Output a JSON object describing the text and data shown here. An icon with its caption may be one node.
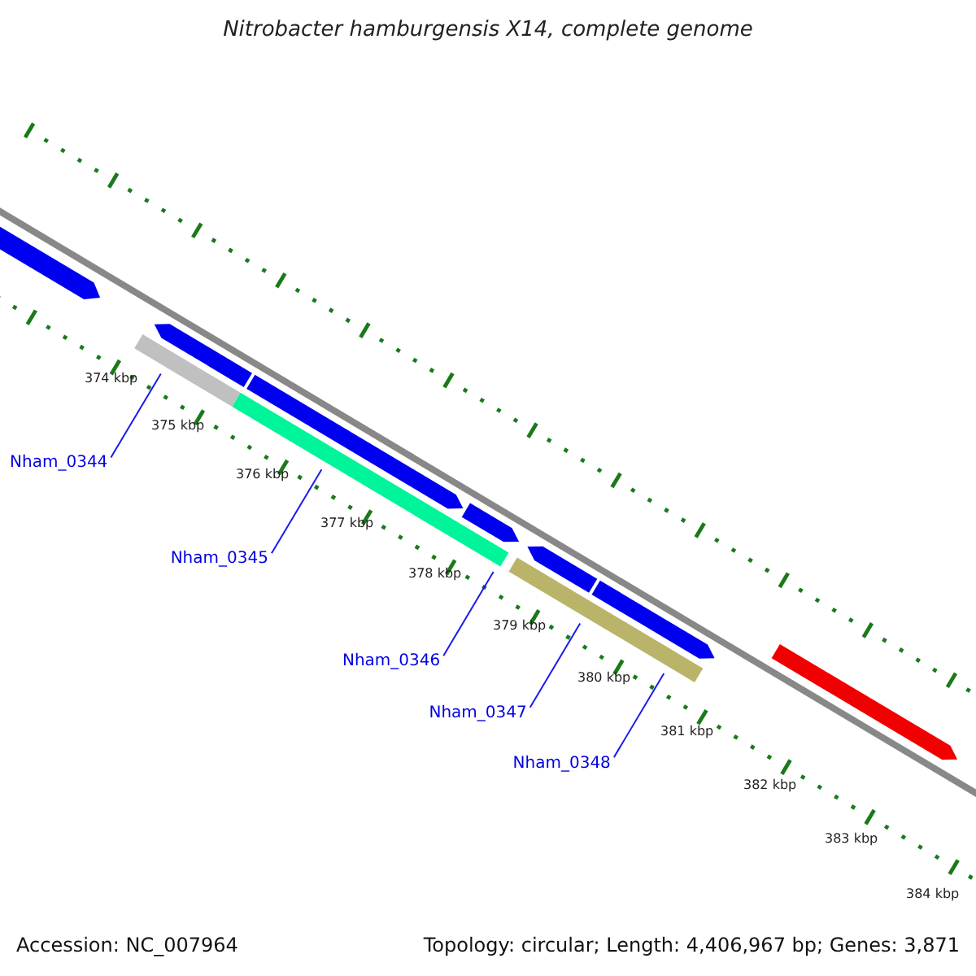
{
  "diagram": {
    "title": "Nitrobacter hamburgensis X14, complete genome",
    "nodes": [
      {
        "text": [
          "Nham_0344"
        ]
      },
      {
        "text": [
          "Nham_0345"
        ]
      },
      {
        "text": [
          "Nham_0346"
        ]
      },
      {
        "text": [
          "Nham_0347"
        ]
      },
      {
        "text": [
          "Nham_0348"
        ]
      }
    ],
    "edges": [
      {
        "from": 0,
        "to": null,
        "arrow": "none"
      },
      {
        "from": 1,
        "to": null,
        "arrow": "none"
      },
      {
        "from": 2,
        "to": null,
        "arrow": "none"
      },
      {
        "from": 3,
        "to": null,
        "arrow": "none"
      },
      {
        "from": 4,
        "to": null,
        "arrow": "none"
      }
    ],
    "labels": [
      "374 kbp",
      "375 kbp",
      "376 kbp",
      "377 kbp",
      "378 kbp",
      "379 kbp",
      "380 kbp",
      "381 kbp",
      "382 kbp",
      "383 kbp",
      "384 kbp",
      "Accession: NC_007964",
      "Topology: circular; Length: 4,406,967 bp; Genes: 3,871"
    ]
  }
}
